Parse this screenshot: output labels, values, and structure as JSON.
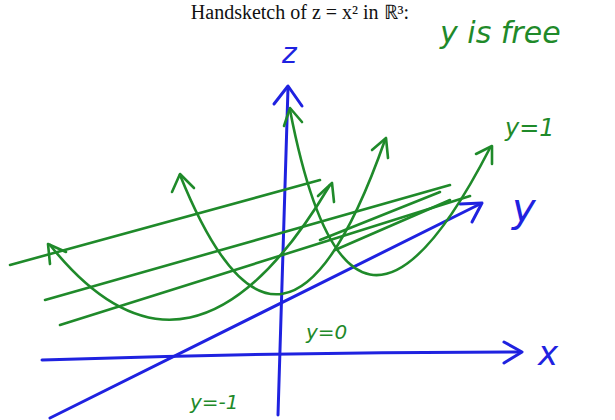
{
  "diagram": {
    "title": "Handsketch of z = x² in ℝ³:",
    "labels": [
      "y is free",
      "z",
      "y",
      "x",
      "y=1",
      "y=0",
      "y=-1"
    ]
  }
}
